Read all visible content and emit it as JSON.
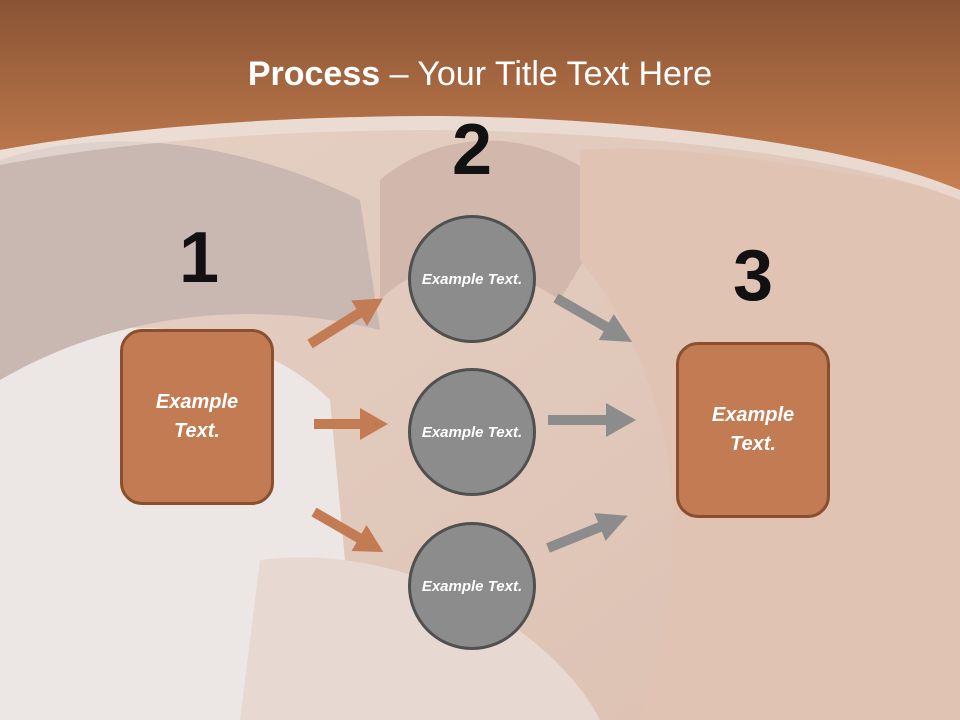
{
  "title": {
    "bold": "Process",
    "rest": " – Your Title Text Here"
  },
  "steps": [
    {
      "number": "1",
      "label": "Example Text."
    },
    {
      "number": "2",
      "items": [
        {
          "label": "Example Text."
        },
        {
          "label": "Example Text."
        },
        {
          "label": "Example Text."
        }
      ]
    },
    {
      "number": "3",
      "label": "Example Text."
    }
  ],
  "colors": {
    "header": "#b87048",
    "box": "#c27b52",
    "circle": "#8c8c8c",
    "arrow_left": "#c27b52",
    "arrow_right": "#8c8c8c"
  }
}
